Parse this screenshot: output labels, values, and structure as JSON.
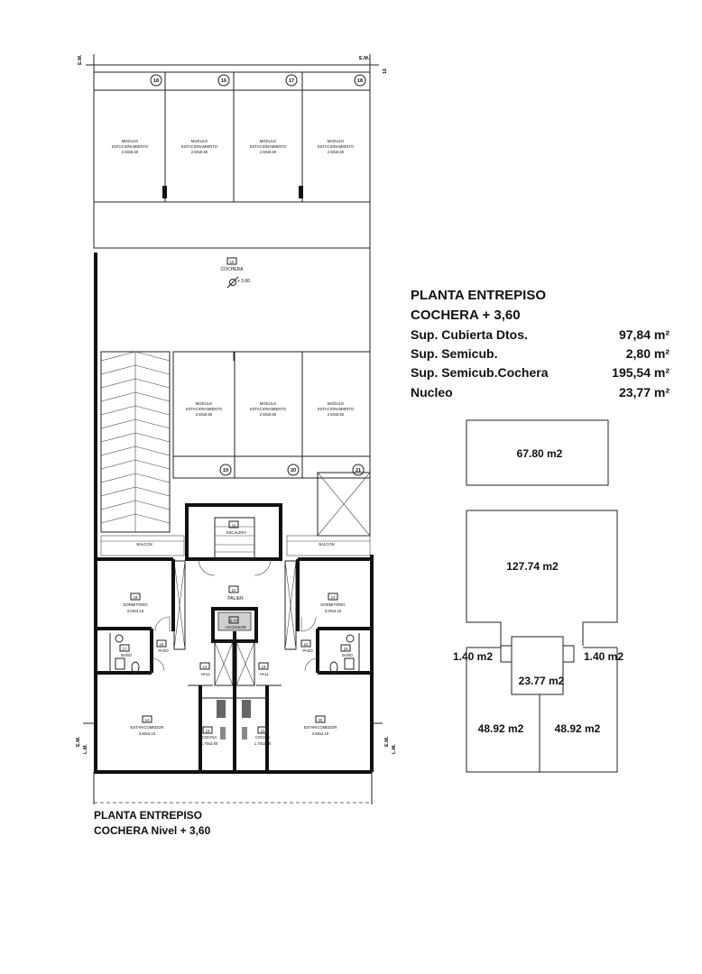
{
  "markers": {
    "em_left": "E.M.",
    "em_right": "E.M.",
    "lm_left": "L.M.",
    "lm_right": "L.M.",
    "side_num": "16"
  },
  "parking_top": [
    {
      "num": "18",
      "label": "MODULO\nESTACIONAMIENTO",
      "dims": "2.50x5.50"
    },
    {
      "num": "16",
      "label": "MODULO\nESTACIONAMIENTO",
      "dims": "2.50x5.50"
    },
    {
      "num": "17",
      "label": "MODULO\nESTACIONAMIENTO",
      "dims": "2.50x5.50"
    },
    {
      "num": "18",
      "label": "MODULO\nESTACIONAMIENTO",
      "dims": "2.50x5.50"
    }
  ],
  "parking_bottom": [
    {
      "num": "19",
      "label": "MODULO\nESTACIONAMIENTO",
      "dims": "2.50x5.50"
    },
    {
      "num": "20",
      "label": "MODULO\nESTACIONAMIENTO",
      "dims": "2.50x5.50"
    },
    {
      "num": "21",
      "label": "MODULO\nESTACIONAMIENTO",
      "dims": "2.50x5.50"
    }
  ],
  "cochera": {
    "num": "10",
    "label": "COCHERA",
    "level": "+ 3,60"
  },
  "rooms": {
    "balcon_left": "BALCON",
    "balcon_right": "BALCON",
    "escalera_num": "11",
    "escalera": "ESCALERA",
    "palier_num": "12",
    "palier": "PALIER",
    "ascensor_num": "0.77",
    "ascensor": "ASCENSOR",
    "dorm_left_num": "18",
    "dorm_left": "DORMITORIO",
    "dorm_left_dims": "3.00x3.15",
    "dorm_right_num": "24",
    "dorm_right": "DORMITORIO",
    "dorm_right_dims": "3.00x3.15",
    "paso_left_num": "16",
    "paso_left": "PASO",
    "paso_right_num": "22",
    "paso_right": "PASO",
    "bano_left_num": "17",
    "bano_left": "BAÑO",
    "bano_right_num": "23",
    "bano_right": "BAÑO",
    "hall_left_num": "13",
    "hall_left": "HALL",
    "hall_right_num": "19",
    "hall_right": "HALL",
    "estar_left_num": "14",
    "estar_left": "ESTAR/COMEDOR",
    "estar_left_dims": "3.80x4.10",
    "estar_right_num": "20",
    "estar_right": "ESTAR/COMEDOR",
    "estar_right_dims": "3.80x4.10",
    "cocina_left_num": "15",
    "cocina_left": "COCINA",
    "cocina_left_dims": "1.70x2.80",
    "cocina_right_num": "21",
    "cocina_right": "COCINA",
    "cocina_right_dims": "1.70x2.80"
  },
  "plan_caption": {
    "line1": "PLANTA ENTREPISO",
    "line2": "COCHERA Nivel + 3,60"
  },
  "summary": {
    "title1": "PLANTA ENTREPISO",
    "title2": "COCHERA + 3,60",
    "rows": [
      {
        "label": "Sup. Cubierta Dtos.",
        "value": "97,84 m²"
      },
      {
        "label": "Sup. Semicub.",
        "value": "2,80 m²"
      },
      {
        "label": "Sup. Semicub.Cochera",
        "value": "195,54 m²"
      },
      {
        "label": "Nucleo",
        "value": "23,77 m²"
      }
    ]
  },
  "area_diagram": {
    "top": "67.80 m2",
    "main": "127.74 m2",
    "left_small": "1.40 m2",
    "right_small": "1.40 m2",
    "core": "23.77 m2",
    "left_bottom": "48.92 m2",
    "right_bottom": "48.92 m2"
  }
}
